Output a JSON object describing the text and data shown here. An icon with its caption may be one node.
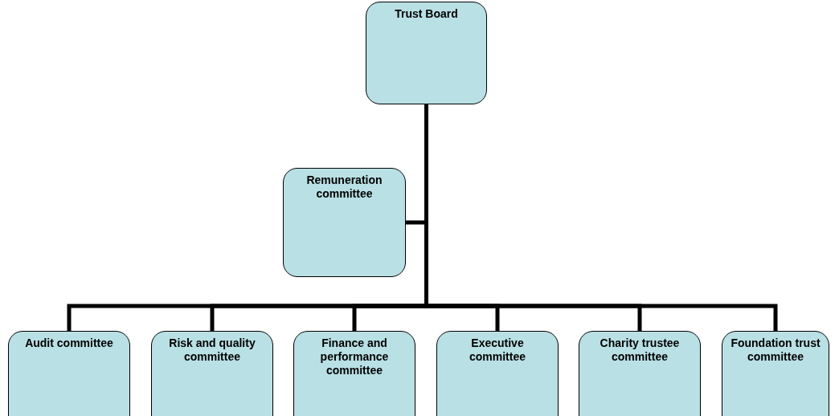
{
  "diagram": {
    "nodes": [
      {
        "text": [
          "Trust Board"
        ]
      },
      {
        "text": [
          "Remuneration committee"
        ]
      },
      {
        "text": [
          "Audit committee"
        ]
      },
      {
        "text": [
          "Risk and quality committee"
        ]
      },
      {
        "text": [
          "Finance and performance committee"
        ]
      },
      {
        "text": [
          "Executive committee"
        ]
      },
      {
        "text": [
          "Charity trustee committee"
        ]
      },
      {
        "text": [
          "Foundation trust committee"
        ]
      }
    ],
    "edges": [
      {
        "from": 0,
        "to": 1,
        "arrow": "none"
      },
      {
        "from": 0,
        "to": 2,
        "arrow": "none"
      },
      {
        "from": 0,
        "to": 3,
        "arrow": "none"
      },
      {
        "from": 0,
        "to": 4,
        "arrow": "none"
      },
      {
        "from": 0,
        "to": 5,
        "arrow": "none"
      },
      {
        "from": 0,
        "to": 6,
        "arrow": "none"
      },
      {
        "from": 0,
        "to": 7,
        "arrow": "none"
      }
    ]
  }
}
